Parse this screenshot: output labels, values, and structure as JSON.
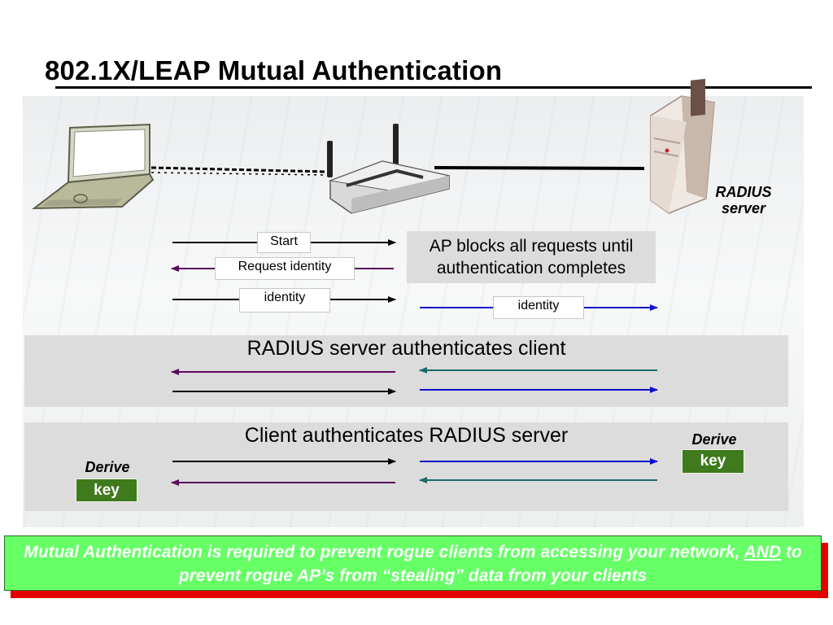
{
  "slide": {
    "title": "802.1X/LEAP Mutual Authentication"
  },
  "devices": {
    "server_label_line1": "RADIUS",
    "server_label_line2": "server"
  },
  "messages": {
    "start": "Start",
    "request_identity": "Request identity",
    "identity_client": "identity",
    "identity_ap": "identity"
  },
  "note": {
    "line1": "AP blocks all requests until",
    "line2": "authentication completes"
  },
  "phases": {
    "radius_auth_client": "RADIUS server authenticates client",
    "client_auth_radius": "Client authenticates RADIUS server"
  },
  "derive": {
    "client_derive": "Derive",
    "client_key": "key",
    "server_derive": "Derive",
    "server_key": "key"
  },
  "callout": {
    "part1": "Mutual Authentication is required to prevent rogue clients from accessing your network, ",
    "emphasis": "AND",
    "part2": " to prevent rogue AP’s from “stealing” data from your clients"
  },
  "colors": {
    "arrow_black": "#000000",
    "arrow_purple": "#5b0a5b",
    "arrow_blue": "#1010cc",
    "arrow_teal": "#1a6b6b",
    "key_green": "#3f7a1c",
    "callout_green": "#66ff66",
    "callout_shadow_red": "#e20000"
  },
  "icons": [
    "laptop-icon",
    "wireless-access-point-icon",
    "server-tower-icon"
  ]
}
